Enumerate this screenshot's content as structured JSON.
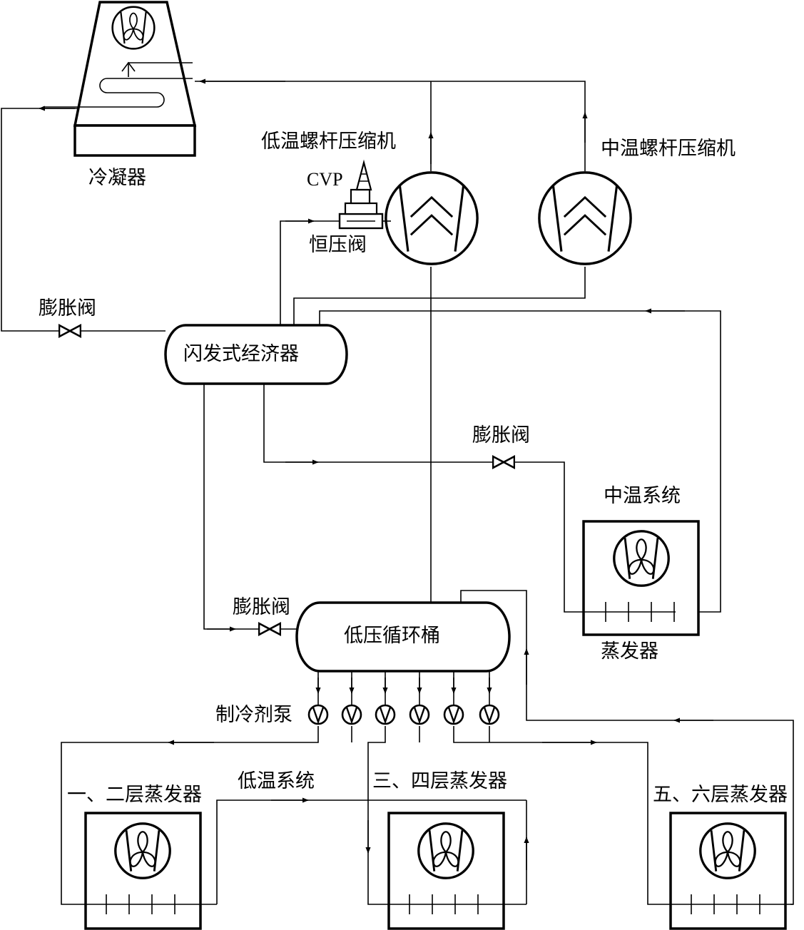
{
  "labels": {
    "condenser": "冷凝器",
    "low_temp_compressor": "低温螺杆压缩机",
    "mid_temp_compressor": "中温螺杆压缩机",
    "cvp": "CVP",
    "constant_pressure_valve": "恒压阀",
    "expansion_valve_top": "膨胀阀",
    "flash_economizer": "闪发式经济器",
    "expansion_valve_mid": "膨胀阀",
    "mid_temp_system": "中温系统",
    "evaporator_mid": "蒸发器",
    "expansion_valve_low": "膨胀阀",
    "low_pressure_drum": "低压循环桶",
    "refrigerant_pump": "制冷剂泵",
    "evaporator_floors_1_2": "一、二层蒸发器",
    "low_temp_system": "低温系统",
    "evaporator_floors_3_4": "三、四层蒸发器",
    "evaporator_floors_5_6": "五、六层蒸发器"
  },
  "colors": {
    "line": "#000000",
    "background": "#ffffff"
  },
  "icons": [
    "fan-icon",
    "compressor-icon",
    "expansion-valve-icon",
    "pump-icon",
    "pressure-valve-icon"
  ]
}
